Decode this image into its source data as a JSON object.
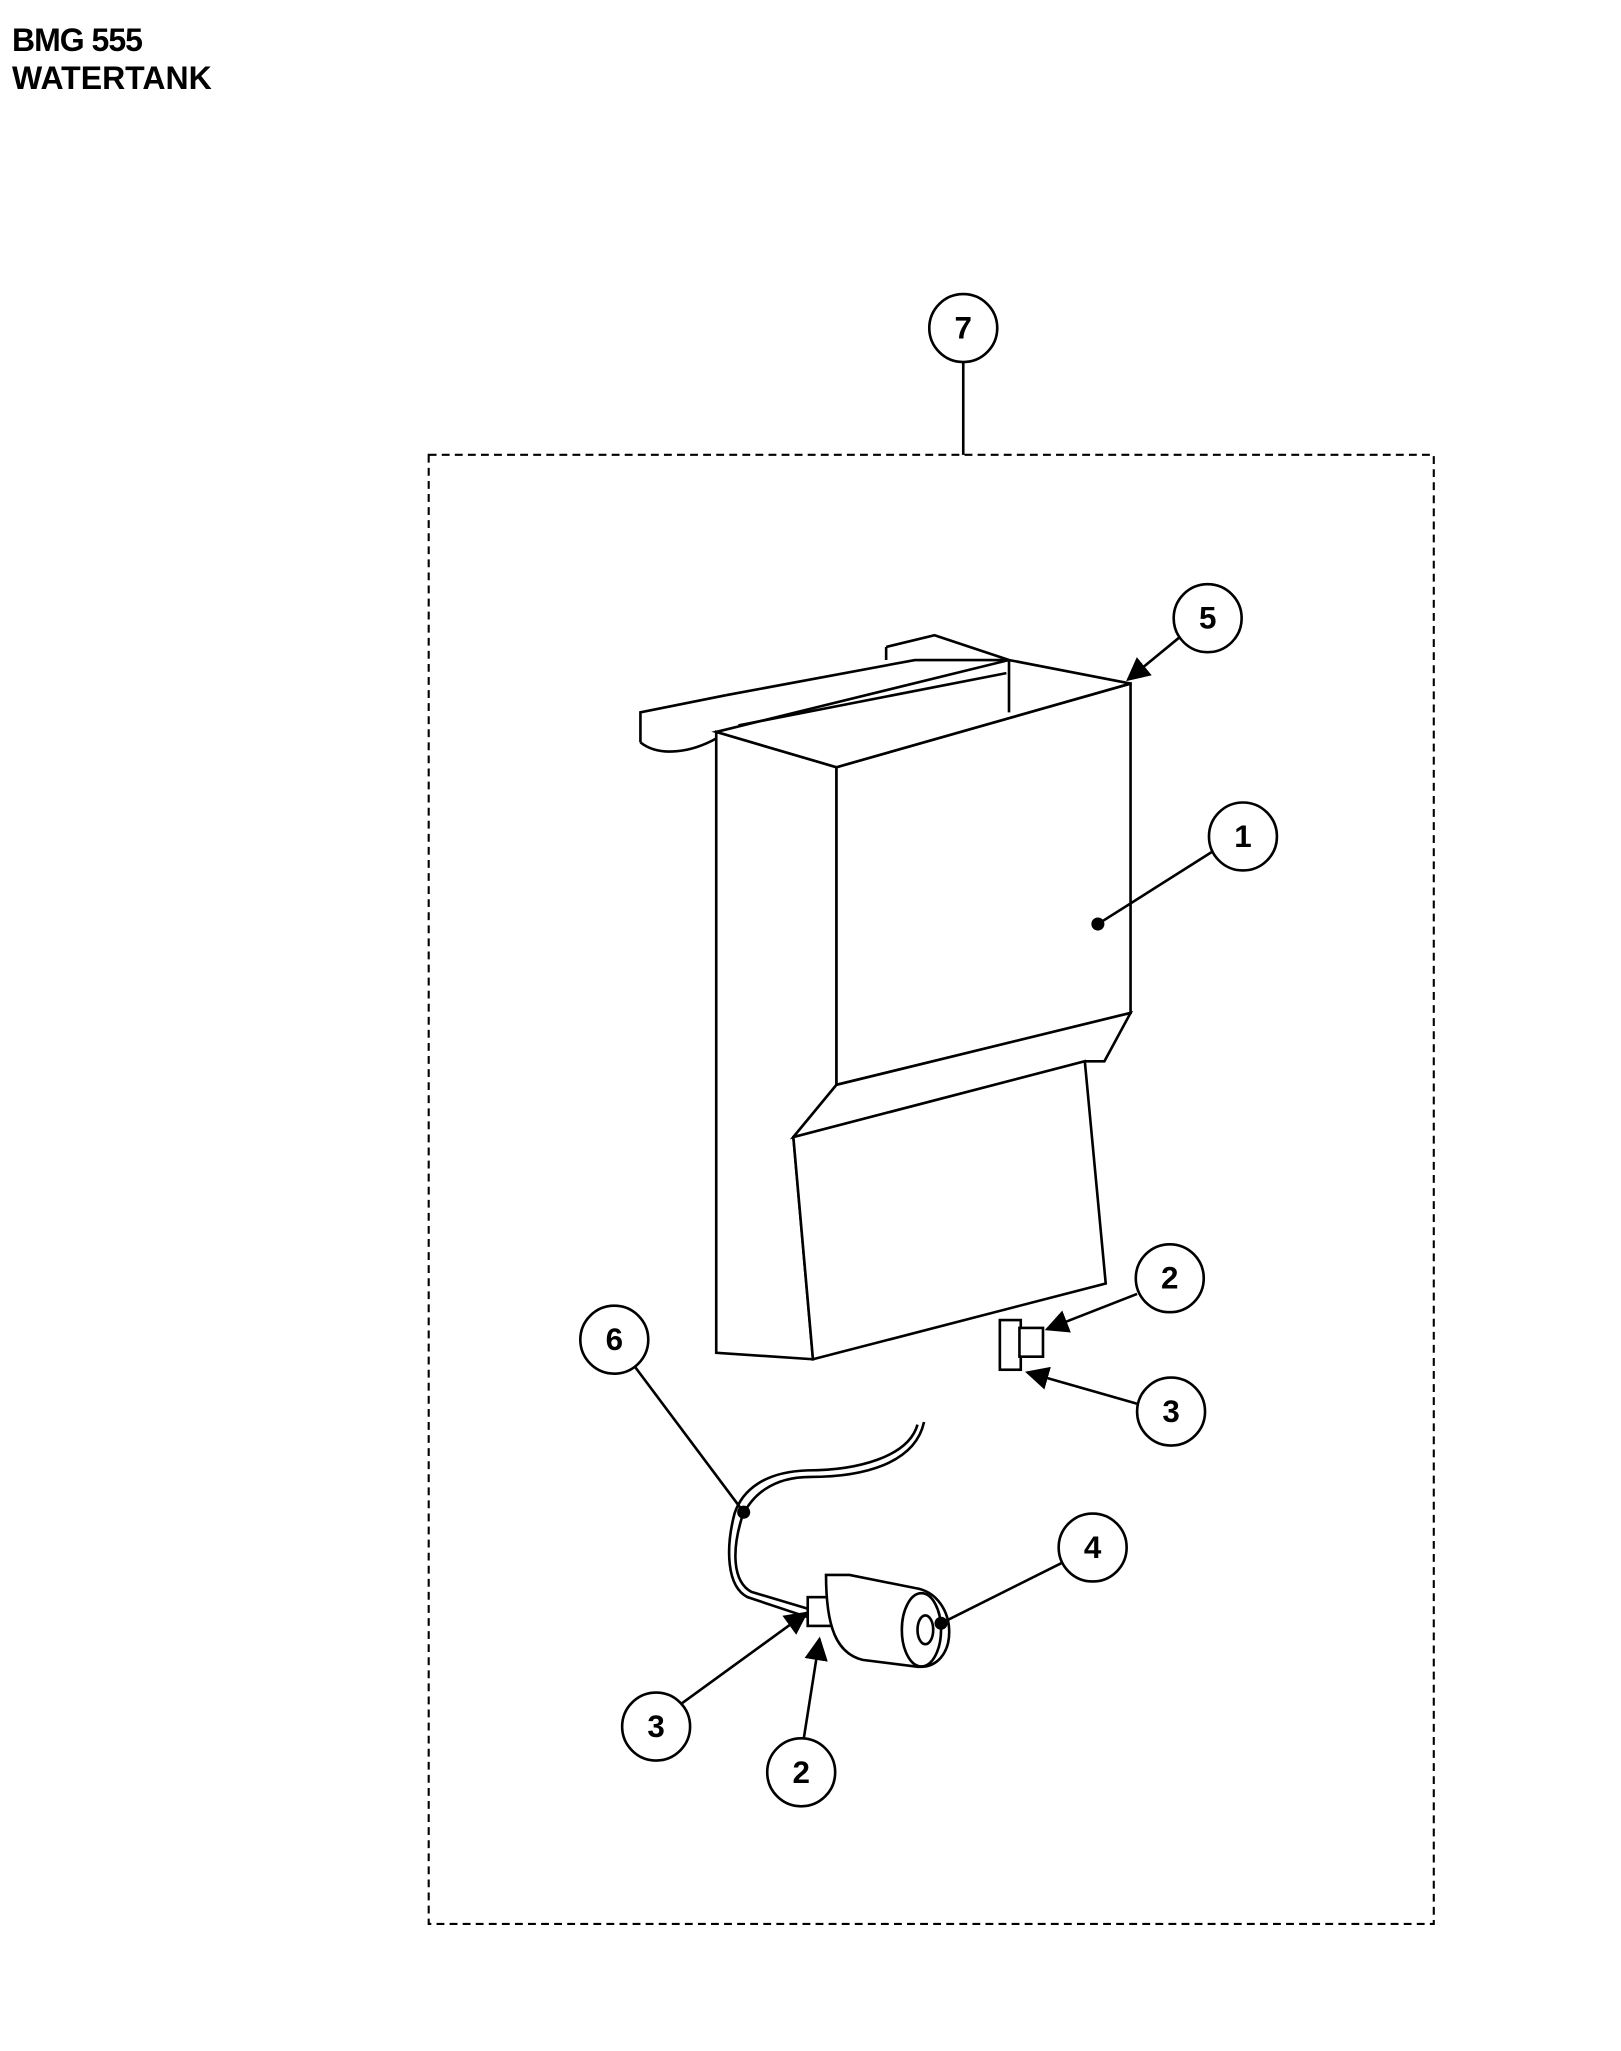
{
  "header": {
    "model": "BMG 555",
    "section": "WATERTANK"
  },
  "callouts": {
    "c7": "7",
    "c5": "5",
    "c1": "1",
    "c2a": "2",
    "c3a": "3",
    "c6": "6",
    "c4": "4",
    "c3b": "3",
    "c2b": "2"
  }
}
